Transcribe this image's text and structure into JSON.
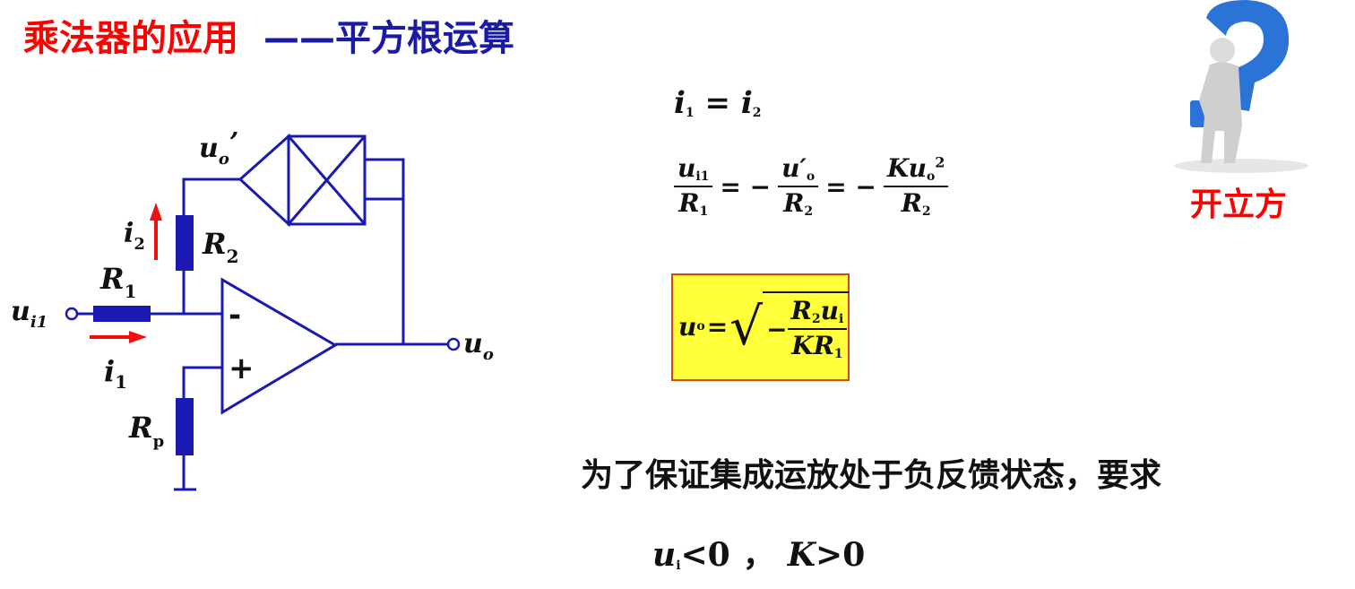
{
  "title": {
    "red": "乘法器的应用",
    "blue": "——平方根运算"
  },
  "circuit": {
    "uo_prime": "u",
    "uo_prime_sub": "o",
    "uo_prime_mark": "’",
    "i2": "i",
    "i2_sub": "2",
    "R2": "R",
    "R2_sub": "2",
    "R1": "R",
    "R1_sub": "1",
    "ui1": "u",
    "ui1_sub": "i1",
    "minus": "-",
    "plus": "+",
    "i1": "i",
    "i1_sub": "1",
    "uo": "u",
    "uo_sub": "o",
    "Rp": "R",
    "Rp_sub": "p",
    "colors": {
      "wire": "#1a1ab0",
      "arrow": "#ee1111"
    }
  },
  "equations": {
    "eq1": {
      "lhs": "i",
      "lhs_sub": "1",
      "op": "=",
      "rhs": "i",
      "rhs_sub": "2"
    },
    "eq2": {
      "f1_num": "u",
      "f1_num_sub": "i1",
      "f1_den": "R",
      "f1_den_sub": "1",
      "eq_a": "= −",
      "f2_num": "u′",
      "f2_num_sub": "o",
      "f2_den": "R",
      "f2_den_sub": "2",
      "eq_b": "= −",
      "f3_num": "Ku",
      "f3_num_sub": "o",
      "f3_num_sup": "2",
      "f3_den": "R",
      "f3_den_sub": "2"
    },
    "result": {
      "lhs": "u",
      "lhs_sub": "o",
      "op": "=",
      "radical_sign": "√",
      "minus": "−",
      "num": "R",
      "num_sub": "2",
      "num2": "u",
      "num2_sub": "i",
      "den": "KR",
      "den_sub": "1",
      "colors": {
        "fill": "#ffff3a",
        "border": "#d44b00"
      }
    }
  },
  "requirement": "为了保证集成运放处于负反馈状态，要求",
  "condition": {
    "ui": "u",
    "ui_sub": "i",
    "lt": "<0",
    "comma": "，",
    "k": "K",
    "gt": ">0"
  },
  "side": {
    "icon": "question-mark-figure-icon",
    "label": "开立方"
  }
}
